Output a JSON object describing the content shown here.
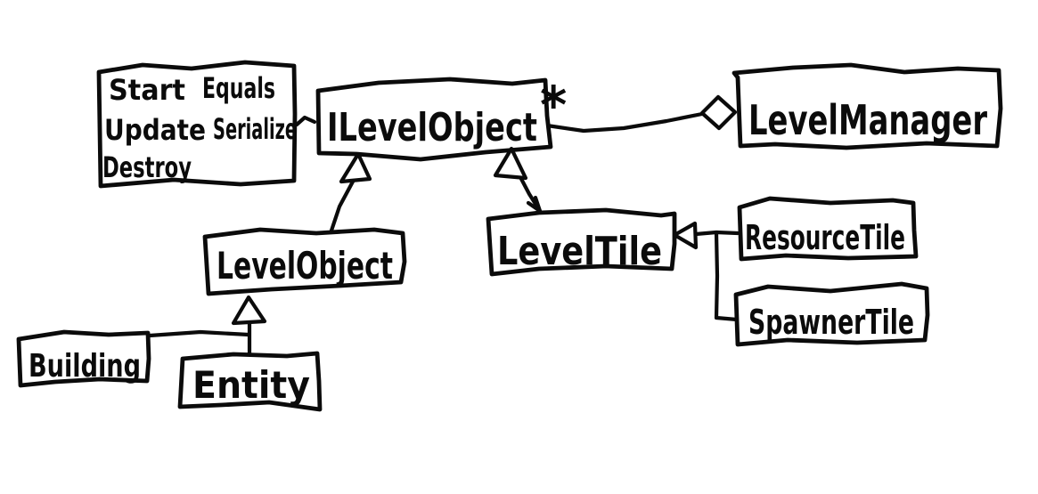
{
  "diagram": {
    "kind": "hand-drawn-uml-class-diagram",
    "background_color": "#ffffff",
    "ink_color": "#0b0b0b",
    "note": {
      "words": [
        "Start",
        "Equals",
        "Update",
        "Serialize",
        "Destroy"
      ]
    },
    "nodes": {
      "ilevelobject": {
        "label": "ILevelObject"
      },
      "levelmanager": {
        "label": "LevelManager"
      },
      "levelobject": {
        "label": "LevelObject"
      },
      "leveltile": {
        "label": "LevelTile"
      },
      "resourcetile": {
        "label": "ResourceTile"
      },
      "spawnertile": {
        "label": "SpawnerTile"
      },
      "building": {
        "label": "Building"
      },
      "entity": {
        "label": "Entity"
      }
    },
    "edges": {
      "aggregation": {
        "from": "ILevelObject",
        "to": "LevelManager",
        "kind": "aggregation-diamond",
        "multiplicity": "*"
      },
      "levelobject_realizes": {
        "from": "LevelObject",
        "to": "ILevelObject",
        "kind": "inheritance-hollow-triangle"
      },
      "leveltile_realizes": {
        "from": "LevelTile",
        "to": "ILevelObject",
        "kind": "inheritance-hollow-triangle"
      },
      "resourcetile_extends": {
        "from": "ResourceTile",
        "to": "LevelTile",
        "kind": "inheritance-hollow-triangle"
      },
      "spawnertile_extends": {
        "from": "SpawnerTile",
        "to": "LevelTile",
        "kind": "inheritance-hollow-triangle"
      },
      "building_extends": {
        "from": "Building",
        "to": "LevelObject",
        "kind": "inheritance-hollow-triangle"
      },
      "entity_extends": {
        "from": "Entity",
        "to": "LevelObject",
        "kind": "inheritance-hollow-triangle"
      },
      "note_attachment": {
        "from": "note",
        "to": "ILevelObject",
        "kind": "plain-link"
      }
    }
  }
}
